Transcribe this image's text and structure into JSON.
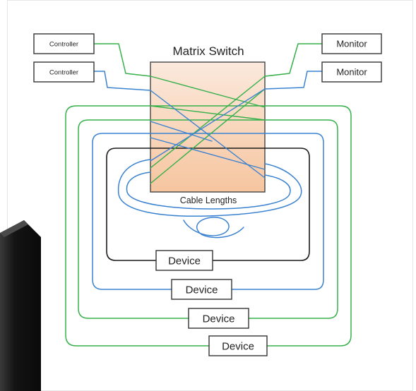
{
  "switch": {
    "title": "Matrix Switch",
    "caption": "Cable Lengths"
  },
  "controllers": [
    "Controller",
    "Controller"
  ],
  "monitors": [
    "Monitor",
    "Monitor"
  ],
  "devices": [
    "Device",
    "Device",
    "Device",
    "Device"
  ],
  "colors": {
    "green": "#36b04a",
    "blue": "#3a82d0",
    "black": "#1a1a1a",
    "switch_top": "#fbe9dc",
    "switch_bottom": "#f6c59f"
  }
}
